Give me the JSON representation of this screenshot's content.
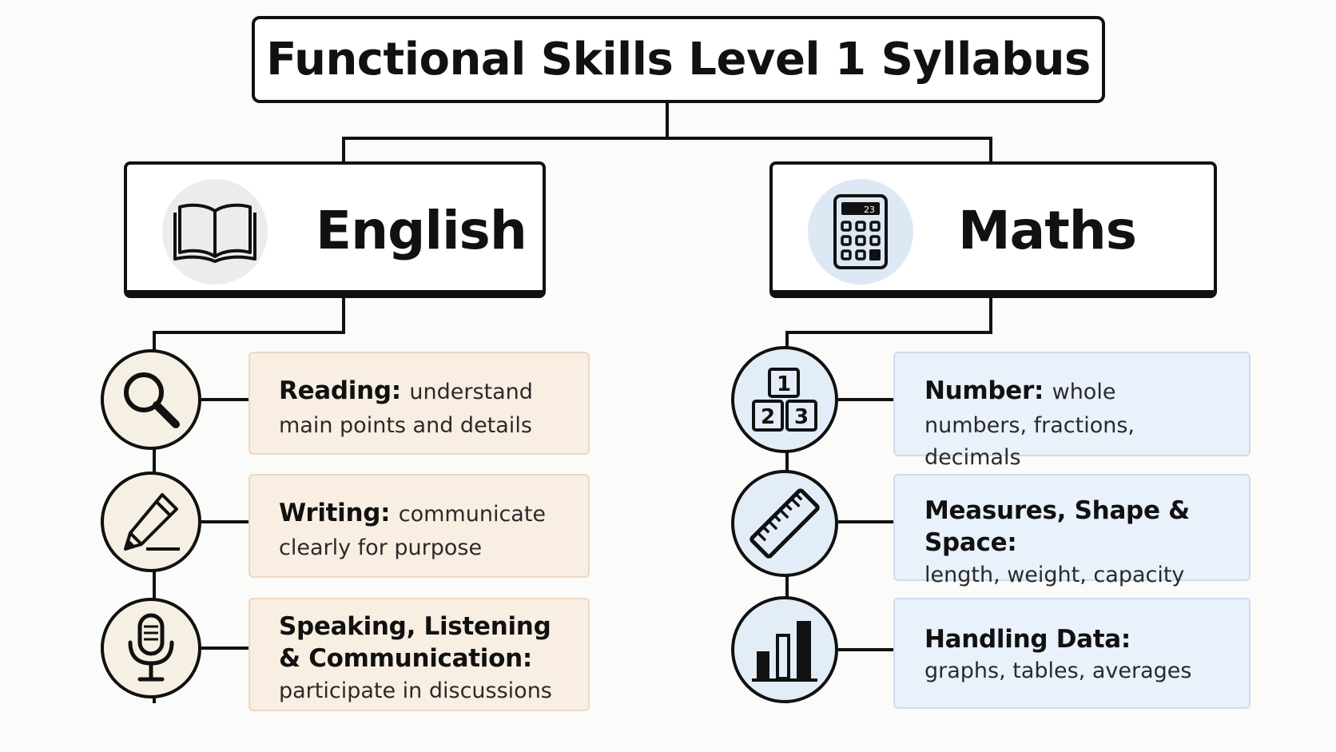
{
  "title": "Functional Skills Level 1 Syllabus",
  "colors": {
    "english_tint": "#f8eee2",
    "maths_tint": "#e9f1fb",
    "line": "#111111"
  },
  "english": {
    "label": "English",
    "icon": "open-book-icon",
    "topics": [
      {
        "title": "Reading:",
        "desc": "understand main points and details",
        "icon": "magnifying-glass-icon"
      },
      {
        "title": "Writing:",
        "desc": "communicate clearly for purpose",
        "icon": "pencil-icon"
      },
      {
        "title": "Speaking, Listening & Communication:",
        "desc": "participate in discussions",
        "icon": "microphone-icon"
      }
    ]
  },
  "maths": {
    "label": "Maths",
    "icon": "calculator-icon",
    "calculator_display": "23",
    "topics": [
      {
        "title": "Number:",
        "desc": "whole numbers, fractions, decimals",
        "icon": "number-blocks-icon",
        "digits": [
          "1",
          "2",
          "3"
        ]
      },
      {
        "title": "Measures, Shape & Space:",
        "desc": "length, weight, capacity",
        "icon": "ruler-icon"
      },
      {
        "title": "Handling Data:",
        "desc": "graphs, tables, averages",
        "icon": "bar-chart-icon"
      }
    ]
  }
}
